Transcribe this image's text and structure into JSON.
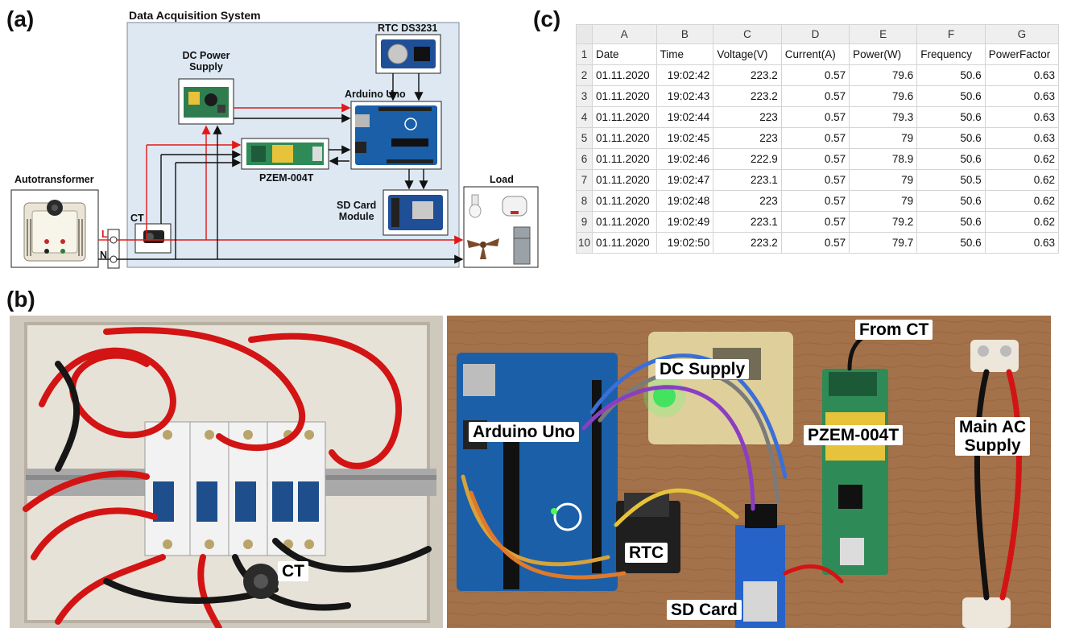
{
  "panel_a": {
    "letter": "(a)",
    "system_title": "Data Acquisition System",
    "autotransformer": "Autotransformer",
    "ct": "CT",
    "line_l": "L",
    "line_n": "N",
    "dc_power_supply_line1": "DC Power",
    "dc_power_supply_line2": "Supply",
    "rtc": "RTC DS3231",
    "arduino": "Arduino Uno",
    "pzem": "PZEM-004T",
    "sd_card_line1": "SD Card",
    "sd_card_line2": "Module",
    "load": "Load"
  },
  "panel_b": {
    "letter": "(b)",
    "labels": {
      "ct": "CT",
      "from_ct": "From CT",
      "dc_supply": "DC Supply",
      "arduino_uno": "Arduino Uno",
      "pzem": "PZEM-004T",
      "main_ac_line1": "Main AC",
      "main_ac_line2": "Supply",
      "rtc": "RTC",
      "sd_card": "SD Card"
    }
  },
  "panel_c": {
    "letter": "(c)",
    "column_letters": [
      "A",
      "B",
      "C",
      "D",
      "E",
      "F",
      "G"
    ],
    "header_row": {
      "row": "1",
      "cells": [
        "Date",
        "Time",
        "Voltage(V)",
        "Current(A)",
        "Power(W)",
        "Frequency",
        "PowerFactor"
      ]
    },
    "rows": [
      {
        "row": "2",
        "cells": [
          "01.11.2020",
          "19:02:42",
          "223.2",
          "0.57",
          "79.6",
          "50.6",
          "0.63"
        ]
      },
      {
        "row": "3",
        "cells": [
          "01.11.2020",
          "19:02:43",
          "223.2",
          "0.57",
          "79.6",
          "50.6",
          "0.63"
        ]
      },
      {
        "row": "4",
        "cells": [
          "01.11.2020",
          "19:02:44",
          "223",
          "0.57",
          "79.3",
          "50.6",
          "0.63"
        ]
      },
      {
        "row": "5",
        "cells": [
          "01.11.2020",
          "19:02:45",
          "223",
          "0.57",
          "79",
          "50.6",
          "0.63"
        ]
      },
      {
        "row": "6",
        "cells": [
          "01.11.2020",
          "19:02:46",
          "222.9",
          "0.57",
          "78.9",
          "50.6",
          "0.62"
        ]
      },
      {
        "row": "7",
        "cells": [
          "01.11.2020",
          "19:02:47",
          "223.1",
          "0.57",
          "79",
          "50.5",
          "0.62"
        ]
      },
      {
        "row": "8",
        "cells": [
          "01.11.2020",
          "19:02:48",
          "223",
          "0.57",
          "79",
          "50.6",
          "0.62"
        ]
      },
      {
        "row": "9",
        "cells": [
          "01.11.2020",
          "19:02:49",
          "223.1",
          "0.57",
          "79.2",
          "50.6",
          "0.62"
        ]
      },
      {
        "row": "10",
        "cells": [
          "01.11.2020",
          "19:02:50",
          "223.2",
          "0.57",
          "79.7",
          "50.6",
          "0.63"
        ]
      }
    ]
  },
  "colors": {
    "system_box": "#dde8f3",
    "power_line": "#e11818",
    "signal_line": "#111111",
    "arduino_blue": "#1a5fa8",
    "pzem_green": "#2e8b57",
    "wood": "#a4724a",
    "wire_red": "#d31414"
  },
  "icons": [
    "autotransformer-icon",
    "ct-sensor-icon",
    "dc-power-supply-icon",
    "rtc-module-icon",
    "arduino-board-icon",
    "pzem-module-icon",
    "sd-card-module-icon",
    "light-bulb-icon",
    "rice-cooker-icon",
    "ceiling-fan-icon",
    "refrigerator-icon"
  ]
}
